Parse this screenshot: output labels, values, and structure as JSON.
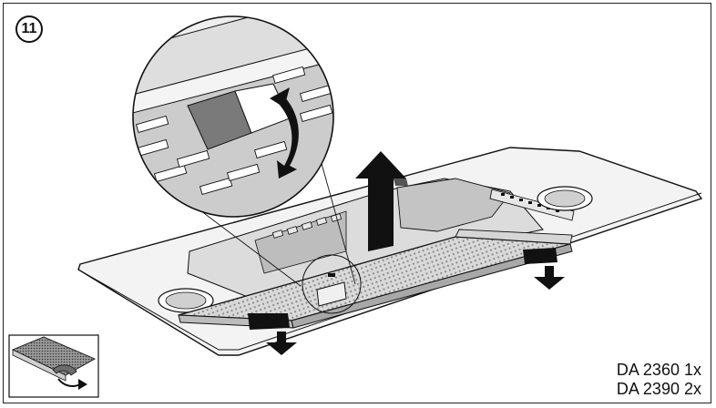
{
  "step": {
    "number": "11"
  },
  "models": [
    {
      "model": "DA 2360",
      "qty": "1x"
    },
    {
      "model": "DA 2390",
      "qty": "2x"
    }
  ],
  "colors": {
    "outline": "#111111",
    "panel": "#f2f2f2",
    "shade": "#cfcfcf",
    "dark": "#6e6e6e",
    "arrow": "#111111"
  }
}
